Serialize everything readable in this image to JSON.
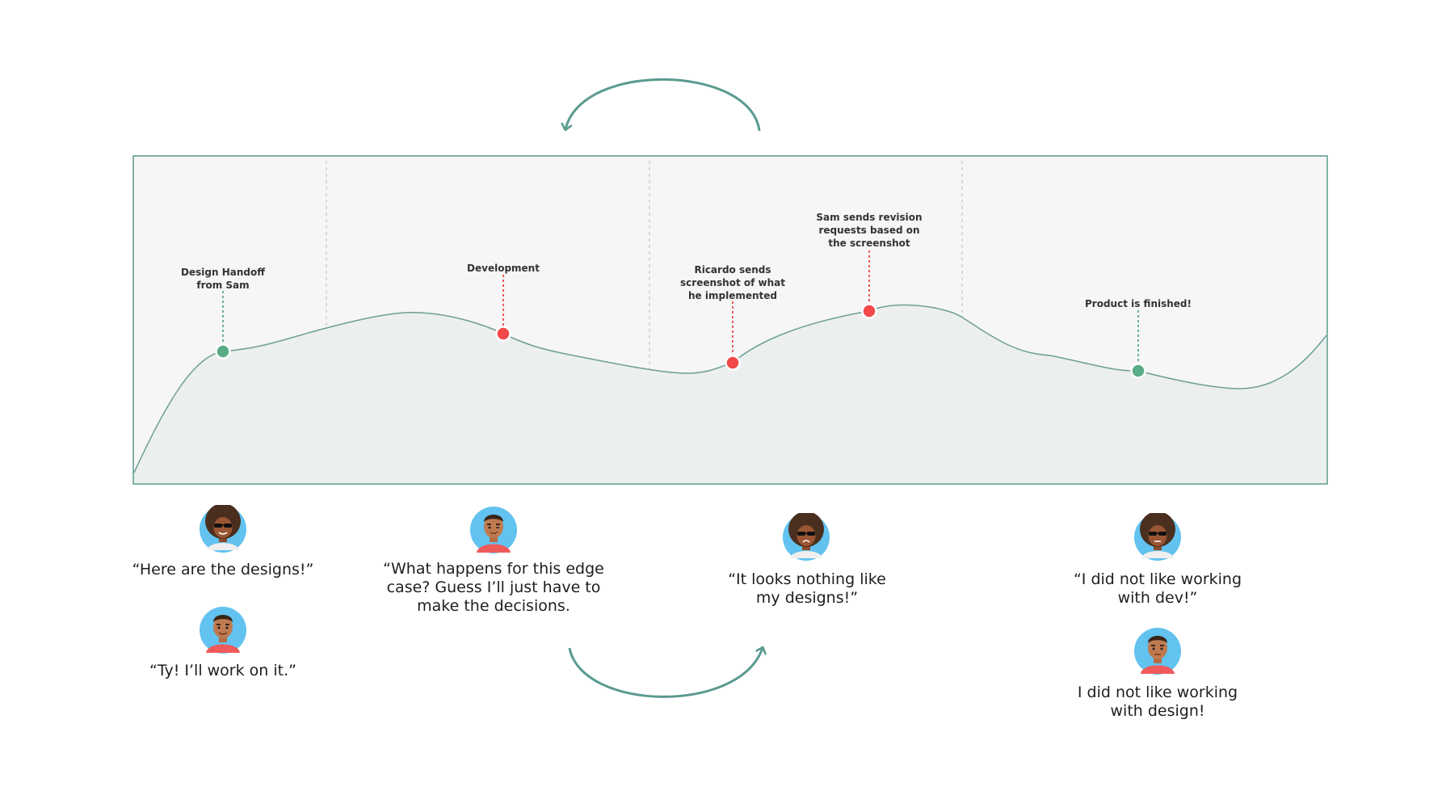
{
  "journey": {
    "stage_labels": {
      "handoff": "Design Handoff from Sam",
      "development": "Development",
      "screenshot": "Ricardo sends screenshot of what he implemented",
      "revision": "Sam sends revision requests based on the screenshot",
      "finished": "Product is finished!"
    },
    "quotes": {
      "designer_handoff": "“Here are the designs!”",
      "developer_ack": "“Ty! I’ll work on it.”",
      "developer_edge_case": "“What happens for this edge case? Guess I’ll just have to make the decisions.",
      "designer_review": "“It looks nothing like my designs!”",
      "designer_final": "“I did not like working with dev!”",
      "developer_final": "I did not like working with design!"
    },
    "marker_status": {
      "handoff": "positive",
      "development": "negative",
      "screenshot": "negative",
      "revision": "negative",
      "finished": "positive"
    },
    "avatars": {
      "designer": "designer-avatar",
      "developer": "developer-avatar"
    },
    "icons": {
      "loop_top": "loop-back-arrow-icon",
      "loop_bottom": "loop-forward-arrow-icon"
    }
  },
  "colors": {
    "teal": "#5a9a8f",
    "positive": "#5aac86",
    "negative": "#f24848",
    "panel_bg": "#f6f6f6",
    "area_fill": "#ebefee",
    "divider": "#c9c9c9",
    "avatar_bg": "#62c2f0"
  }
}
